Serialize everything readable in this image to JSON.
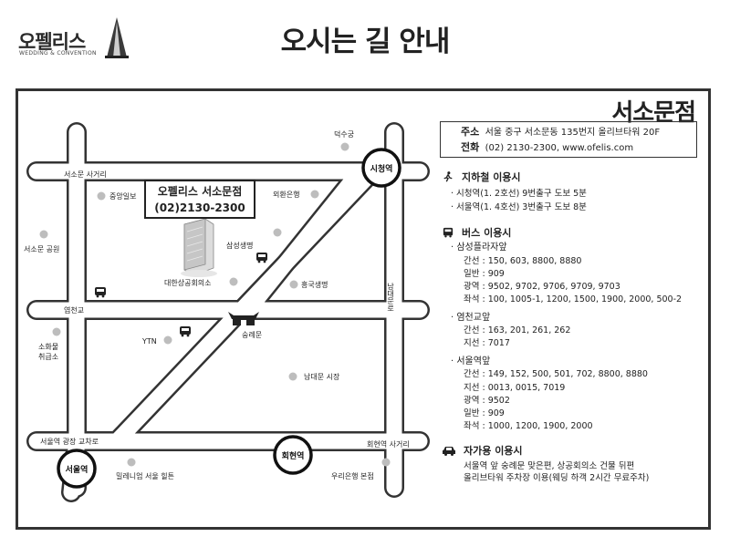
{
  "header": {
    "logo_text": "오펠리스",
    "logo_sub": "WEDDING & CONVENTION",
    "title": "오시는 길 안내"
  },
  "branch": {
    "title": "서소문점",
    "address_label": "주소",
    "address": "서울 중구 서소문동 135번지 올리브타워 20F",
    "phone_label": "전화",
    "phone": "(02) 2130-2300, www.ofelis.com"
  },
  "callout": {
    "name": "오펠리스 서소문점",
    "phone": "(02)2130-2300"
  },
  "map": {
    "road_labels": {
      "seosomun_sageori": "서소문 사거리",
      "yeomcheongyo": "염천교",
      "seoulyeok_gwangjang": "서울역 광장 교차로",
      "hoehyeonyeok_sageori": "회현역 사거리",
      "namdaemunro": "남대문로"
    },
    "stations": {
      "sicheong": "시청역",
      "seoulyeok": "서울역",
      "hoehyeon": "회현역"
    },
    "landmarks": {
      "deoksugung": "덕수궁",
      "jungang": "중앙일보",
      "oehwan": "외환은행",
      "seosomun_park": "서소문 공원",
      "samsung_life": "삼성생명",
      "chamber": "대한상공회의소",
      "heungkuk": "흥국생명",
      "ytn": "YTN",
      "sungnyemun": "숭례문",
      "fire_station": "소화물\n취급소",
      "namdaemun_market": "남대문 시장",
      "millennium": "밀레니엄 서울 힐튼",
      "woori": "우리은행 본점"
    }
  },
  "transport": {
    "subway": {
      "title": "지하철 이용시",
      "lines": [
        "· 시청역(1. 2호선) 9번출구 도보 5분",
        "· 서울역(1. 4호선) 3번출구 도보 8분"
      ]
    },
    "bus": {
      "title": "버스 이용시",
      "groups": [
        {
          "stop": "· 삼성플라자앞",
          "lines": [
            "간선 : 150, 603, 8800, 8880",
            "일반 : 909",
            "광역 : 9502, 9702, 9706, 9709, 9703",
            "좌석 : 100, 1005-1, 1200, 1500, 1900, 2000, 500-2"
          ]
        },
        {
          "stop": "· 염천교앞",
          "lines": [
            "간선 : 163, 201, 261, 262",
            "지선 : 7017"
          ]
        },
        {
          "stop": "· 서울역앞",
          "lines": [
            "간선 : 149, 152, 500, 501, 702, 8800, 8880",
            "지선 : 0013, 0015, 7019",
            "광역 : 9502",
            "일반 : 909",
            "좌석 : 1000, 1200, 1900, 2000"
          ]
        }
      ]
    },
    "car": {
      "title": "자가용 이용시",
      "lines": [
        "서울역 앞 숭례문 맞은편, 상공회의소 건물 뒤편",
        "올리브타워 주차장 이용(웨딩 하객 2시간 무료주차)"
      ]
    }
  }
}
